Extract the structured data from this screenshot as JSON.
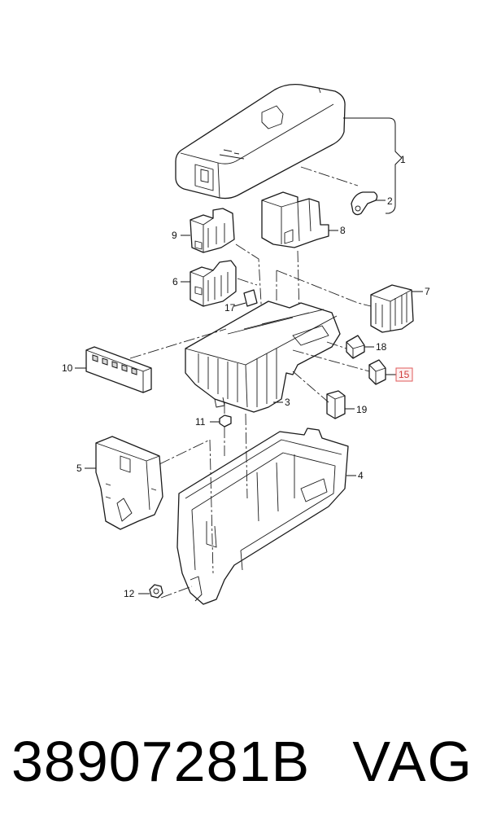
{
  "diagram": {
    "callouts": [
      "1",
      "2",
      "3",
      "4",
      "5",
      "6",
      "7",
      "8",
      "9",
      "10",
      "11",
      "12",
      "15",
      "17",
      "18",
      "19"
    ],
    "highlighted_callout": "15",
    "highlight_color": "#e05a5a"
  },
  "caption": {
    "part_number": "38907281B",
    "brand": "VAG"
  }
}
